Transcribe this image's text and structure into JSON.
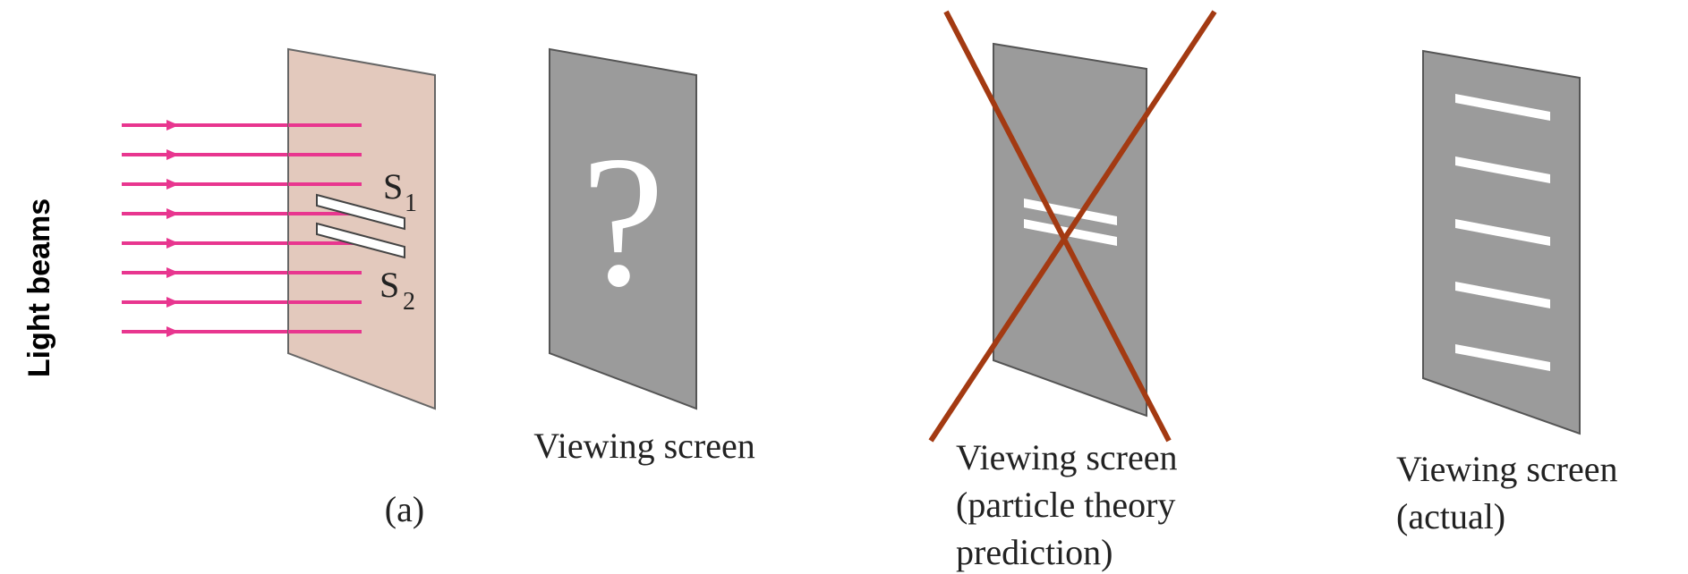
{
  "side_label": "Light beams",
  "slits": {
    "s1_letter": "S",
    "s1_sub": "1",
    "s2_letter": "S",
    "s2_sub": "2"
  },
  "panel_a": {
    "screen_symbol": "?",
    "screen_caption": "Viewing screen",
    "panel_label": "(a)"
  },
  "panel_particle": {
    "caption_line1": "Viewing screen",
    "caption_line2": "(particle theory",
    "caption_line3": "prediction)"
  },
  "panel_actual": {
    "caption_line1": "Viewing screen",
    "caption_line2": "(actual)"
  },
  "colors": {
    "light_beam": "#e8368f",
    "barrier": "#e3c9bd",
    "screen": "#9b9b9b",
    "screen_edge": "#555555",
    "cross": "#a33a12",
    "fringe": "#ffffff"
  }
}
